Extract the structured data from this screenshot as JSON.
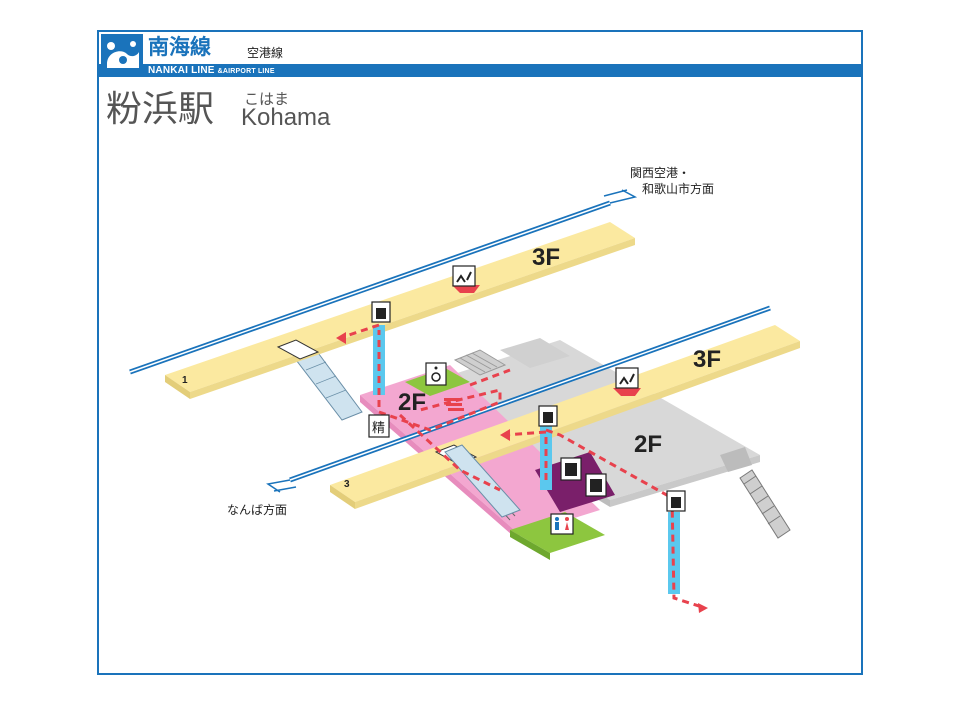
{
  "header": {
    "line_name": "南海線",
    "line_sub": "空港線",
    "line_en_main": "NANKAI LINE",
    "line_en_sub": "&AIRPORT LINE",
    "logo_icon": "nankai-logo-icon"
  },
  "station": {
    "name_kanji": "粉浜駅",
    "name_kana": "こはま",
    "name_romaji": "Kohama"
  },
  "directions": {
    "up_line1": "関西空港・",
    "up_line2": "和歌山市方面",
    "down": "なんば方面"
  },
  "platforms": {
    "p1": "1",
    "p3": "3"
  },
  "floors": {
    "f3_left": "3F",
    "f3_right": "3F",
    "f2_left": "2F",
    "f2_right": "2F"
  },
  "icons": {
    "seisan_label": "精",
    "elevator": "elevator-icon",
    "stairs": "stairs-icon",
    "wheelchair": "wheelchair-icon",
    "toilet": "toilet-icon",
    "ticket_machine": "ticket-machine-icon",
    "ticket_gate": "ticket-gate-icon"
  },
  "colors": {
    "brand_blue": "#1a73bb",
    "platform_yellow": "#fbe9a0",
    "concourse_pink": "#f3a7d0",
    "concourse_gray": "#d7d7d7",
    "elevator_cyan": "#5bc8ee",
    "route_red": "#e8424d",
    "toilet_green": "#8dc63f",
    "office_purple": "#7a1f6a"
  }
}
